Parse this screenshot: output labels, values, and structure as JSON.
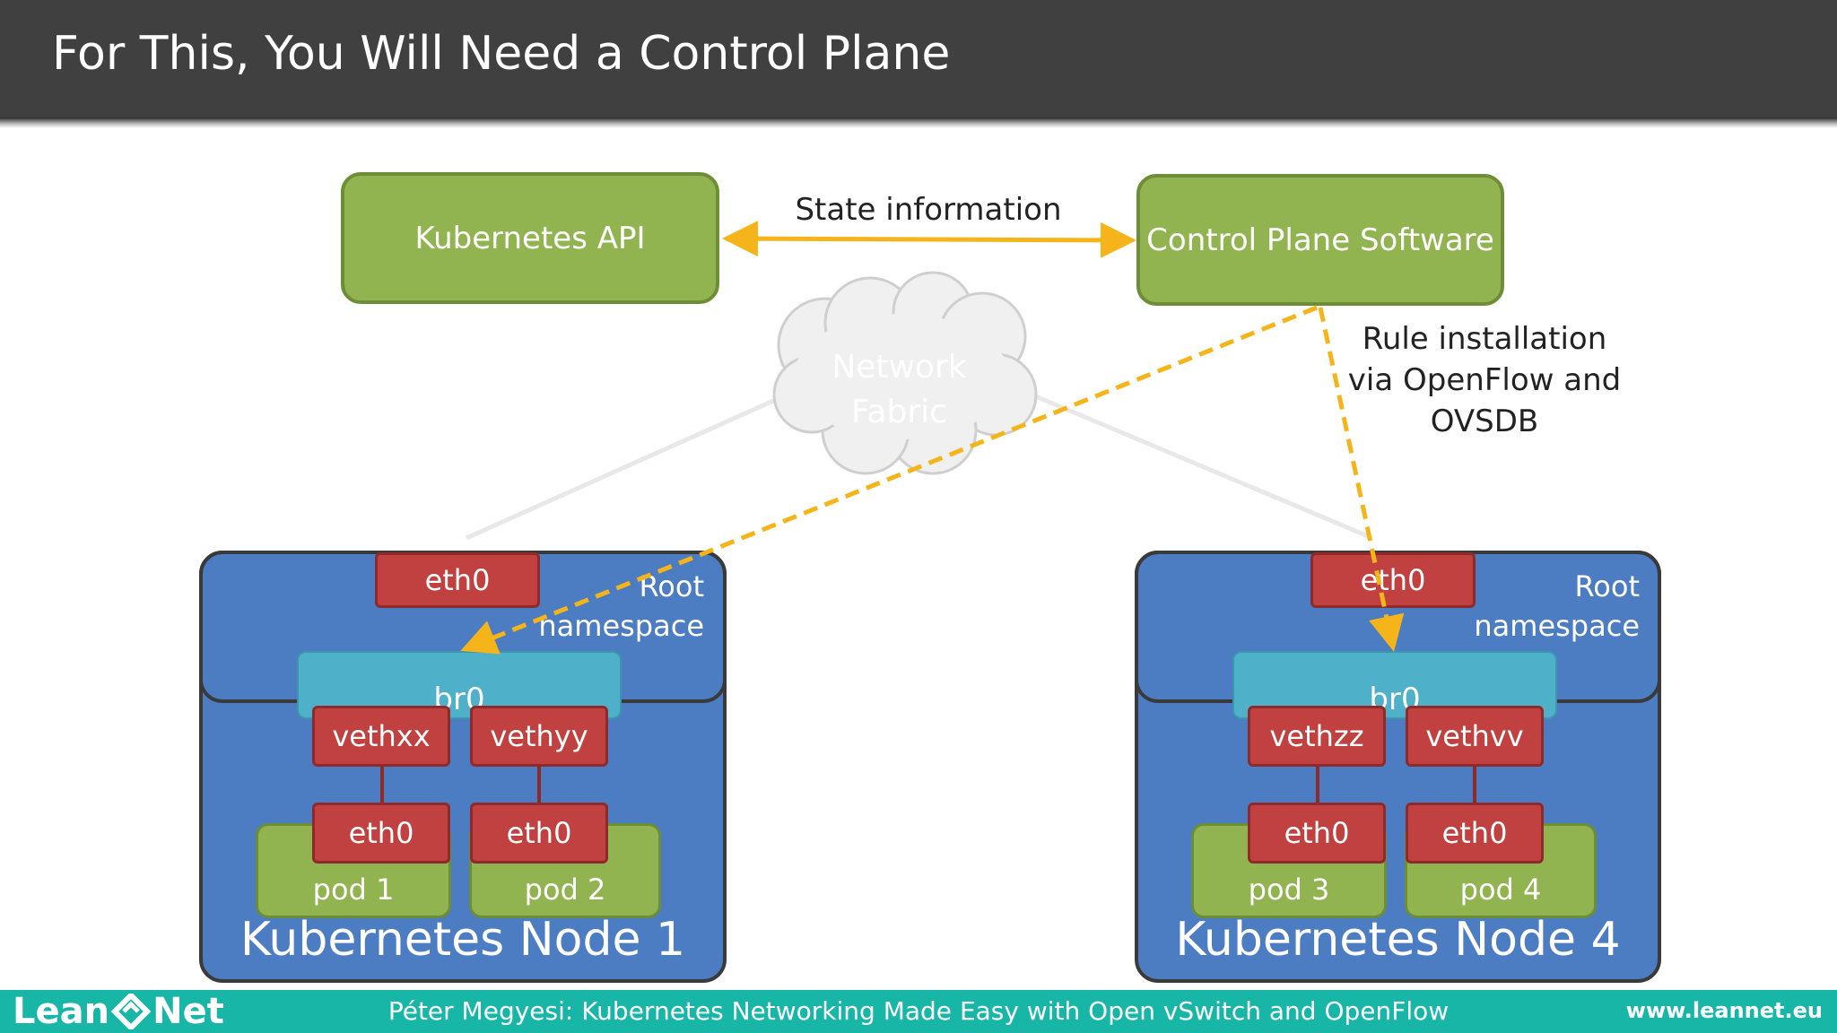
{
  "header": {
    "title": "For This, You Will Need a Control Plane"
  },
  "diagram": {
    "kubernetes_api": "Kubernetes API",
    "control_plane": "Control Plane Software",
    "state_info": "State information",
    "rule_install": [
      "Rule installation",
      "via OpenFlow and",
      "OVSDB"
    ],
    "cloud": [
      "Network",
      "Fabric"
    ],
    "node1": {
      "root_ns": [
        "Root",
        "namespace"
      ],
      "eth0": "eth0",
      "bridge": "br0",
      "veth_a": "vethxx",
      "veth_b": "vethyy",
      "pod_a_eth": "eth0",
      "pod_b_eth": "eth0",
      "pod_a": "pod 1",
      "pod_b": "pod 2",
      "label": "Kubernetes Node 1"
    },
    "node4": {
      "root_ns": [
        "Root",
        "namespace"
      ],
      "eth0": "eth0",
      "bridge": "br0",
      "veth_a": "vethzz",
      "veth_b": "vethvv",
      "pod_a_eth": "eth0",
      "pod_b_eth": "eth0",
      "pod_a": "pod 3",
      "pod_b": "pod 4",
      "label": "Kubernetes Node 4"
    },
    "colors": {
      "arrow": "#f5b51a",
      "green": "#92b450",
      "red": "#c0413f",
      "blue": "#4c7cc2",
      "teal": "#4fb0c9"
    }
  },
  "footer": {
    "logo_left": "Lean",
    "logo_right": "Net",
    "logo_icon": "leannet-logo-icon",
    "credit": "Péter Megyesi: Kubernetes Networking Made Easy with Open vSwitch and OpenFlow",
    "url": "www.leannet.eu"
  }
}
